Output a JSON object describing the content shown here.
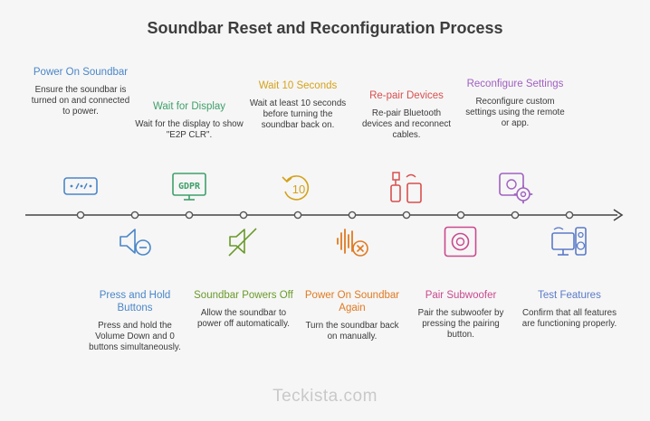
{
  "title": "Soundbar Reset and Reconfiguration Process",
  "watermark": "Teckista.com",
  "steps": [
    {
      "title": "Power On Soundbar",
      "desc": "Ensure the soundbar is turned on and connected to power.",
      "color": "#4a86c8",
      "icon": "remote-icon"
    },
    {
      "title": "Press and Hold Buttons",
      "desc": "Press and hold the Volume Down and 0 buttons simultaneously.",
      "color": "#4a86c8",
      "icon": "volume-down-icon"
    },
    {
      "title": "Wait for Display",
      "desc": "Wait for the display to show \"E2P CLR\".",
      "color": "#3fa06a",
      "icon": "display-icon"
    },
    {
      "title": "Soundbar Powers Off",
      "desc": "Allow the soundbar to power off automatically.",
      "color": "#6a9a2a",
      "icon": "mute-icon"
    },
    {
      "title": "Wait 10 Seconds",
      "desc": "Wait at least 10 seconds before turning the soundbar back on.",
      "color": "#d4a21a",
      "icon": "replay-10-icon"
    },
    {
      "title": "Power On Soundbar Again",
      "desc": "Turn the soundbar back on manually.",
      "color": "#e07a22",
      "icon": "sound-off-icon"
    },
    {
      "title": "Re-pair Devices",
      "desc": "Re-pair Bluetooth devices and reconnect cables.",
      "color": "#d94f4f",
      "icon": "devices-icon"
    },
    {
      "title": "Pair Subwoofer",
      "desc": "Pair the subwoofer by pressing the pairing button.",
      "color": "#c94a8e",
      "icon": "subwoofer-icon"
    },
    {
      "title": "Reconfigure Settings",
      "desc": "Reconfigure custom settings using the remote or app.",
      "color": "#a060c0",
      "icon": "settings-icon"
    },
    {
      "title": "Test Features",
      "desc": "Confirm that all features are functioning properly.",
      "color": "#5a7ac8",
      "icon": "test-system-icon"
    }
  ]
}
